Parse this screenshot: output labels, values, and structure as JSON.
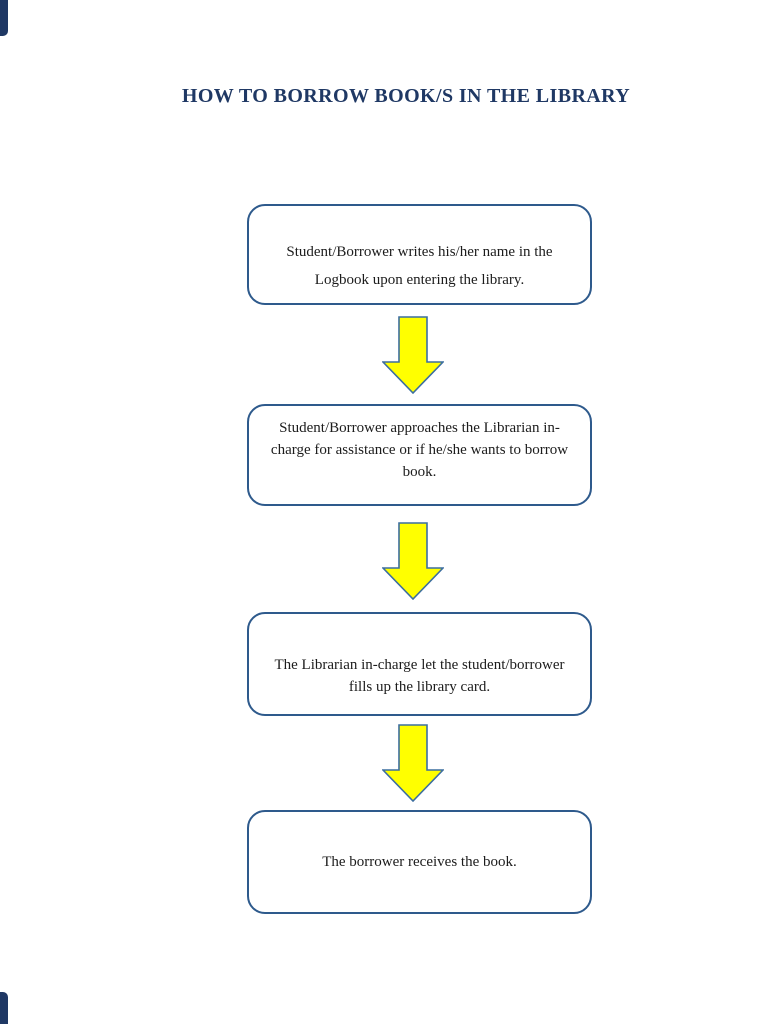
{
  "page": {
    "title": "HOW TO BORROW BOOK/S IN THE LIBRARY"
  },
  "flowchart": {
    "steps": [
      {
        "text": "Student/Borrower writes his/her name in the Logbook upon entering the library.",
        "lines": [
          "Student/Borrower writes his/her name in the",
          "Logbook upon entering the library."
        ]
      },
      {
        "text": "Student/Borrower approaches the Librarian in-charge for assistance or if he/she wants to borrow book.",
        "lines": [
          "Student/Borrower approaches the Librarian in-",
          "charge for assistance or if he/she wants to borrow",
          "book."
        ]
      },
      {
        "text": "The Librarian in-charge let the student/borrower fills up the library card.",
        "lines": [
          "The Librarian in-charge let the student/borrower",
          "fills up the library card."
        ]
      },
      {
        "text": "The borrower receives the book.",
        "lines": [
          "The borrower receives the book."
        ]
      }
    ],
    "icons": {
      "connector": "down-arrow"
    }
  },
  "colors": {
    "title_color": "#1F3864",
    "box_border": "#2E5A8C",
    "box_text": "#1c1c1c",
    "arrow_fill": "#FFFF00",
    "arrow_outline": "#3C6E9F",
    "page_background": "#FFFFFF",
    "corner_accent": "#1F3864"
  }
}
